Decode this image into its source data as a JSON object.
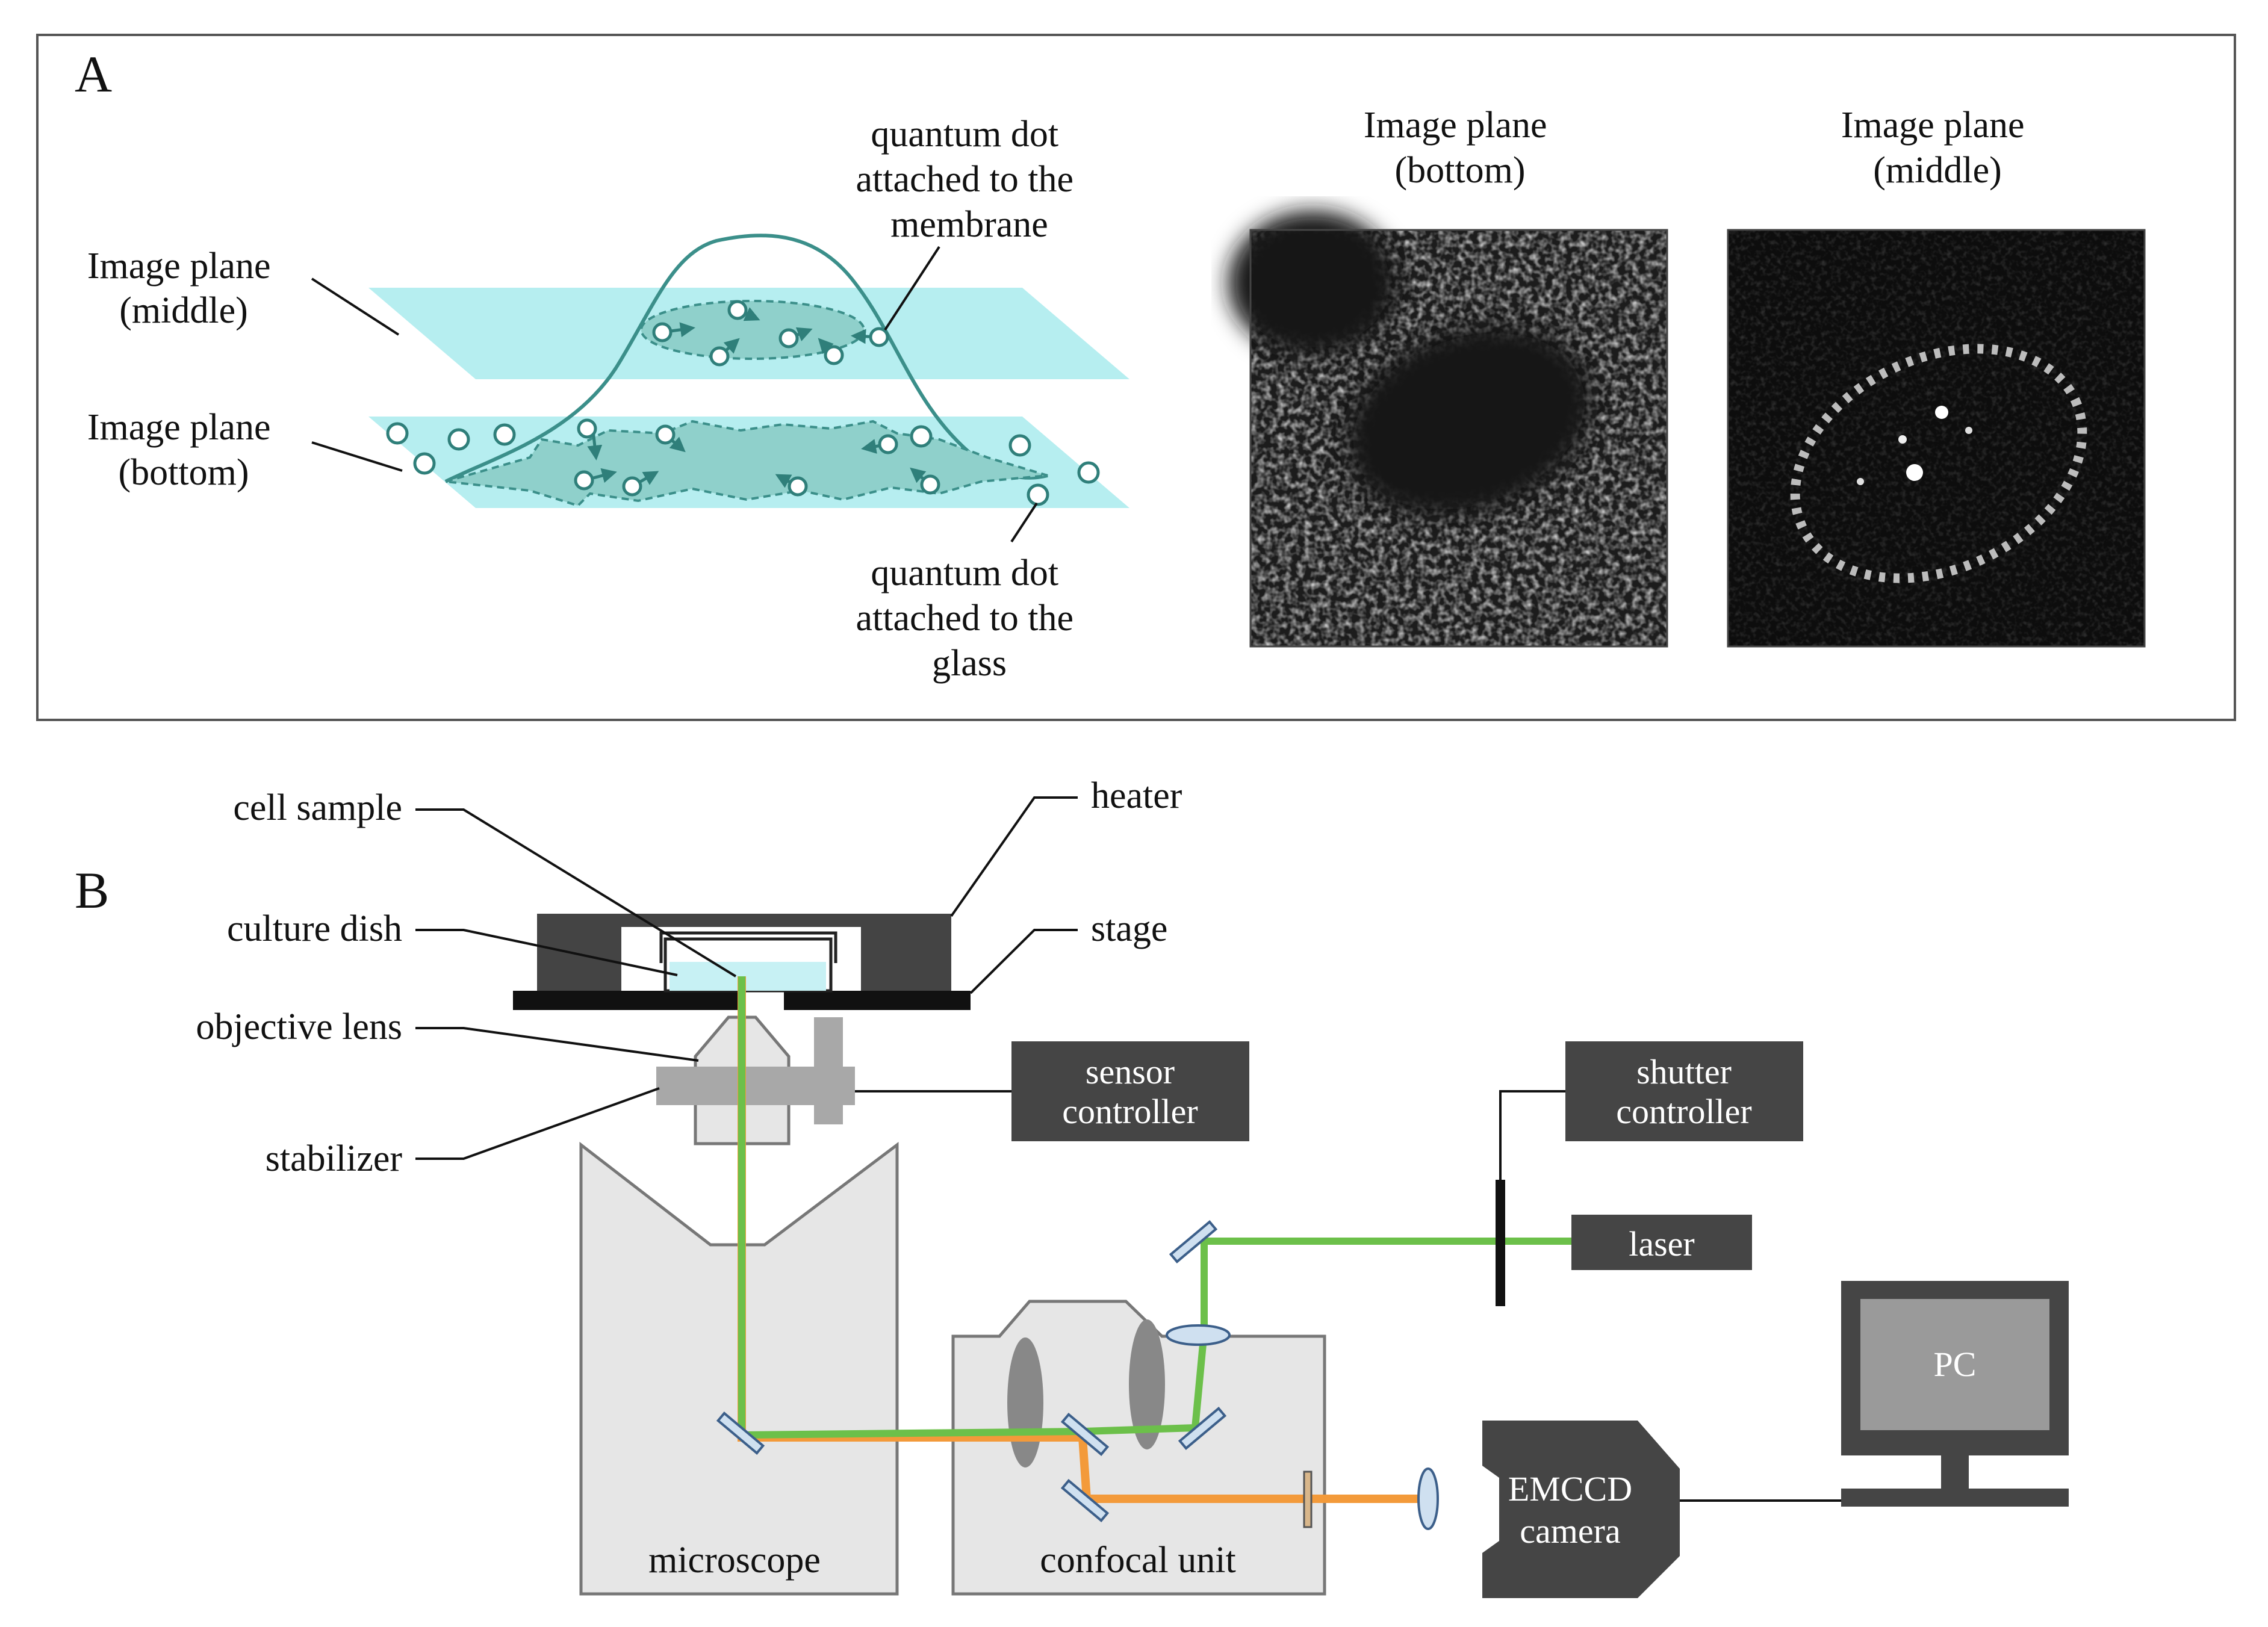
{
  "panel_a": {
    "letter": "A",
    "label_middle": [
      "Image plane",
      "(middle)"
    ],
    "label_bottom": [
      "Image plane",
      "(bottom)"
    ],
    "qd_membrane": [
      "quantum dot",
      "attached to the",
      "membrane"
    ],
    "qd_glass": [
      "quantum dot",
      "attached to the",
      "glass"
    ],
    "img_bottom_title": [
      "Image plane",
      "(bottom)"
    ],
    "img_middle_title": [
      "Image plane",
      "(middle)"
    ]
  },
  "panel_b": {
    "letter": "B",
    "cell_sample": "cell sample",
    "culture_dish": "culture dish",
    "objective_lens": "objective lens",
    "stabilizer": "stabilizer",
    "heater": "heater",
    "stage": "stage",
    "sensor_controller": [
      "sensor",
      "controller"
    ],
    "shutter_controller": [
      "shutter",
      "controller"
    ],
    "laser": "laser",
    "pc": "PC",
    "emccd": [
      "EMCCD",
      "camera"
    ],
    "microscope": "microscope",
    "confocal_unit": "confocal unit"
  },
  "colors": {
    "plane": "#b6eef0",
    "cell_outline": "#3b8f8a",
    "laser_green": "#6cc04a",
    "emission_orange": "#f39a3a",
    "dark_box": "#454545",
    "light_box": "#e6e6e6"
  }
}
